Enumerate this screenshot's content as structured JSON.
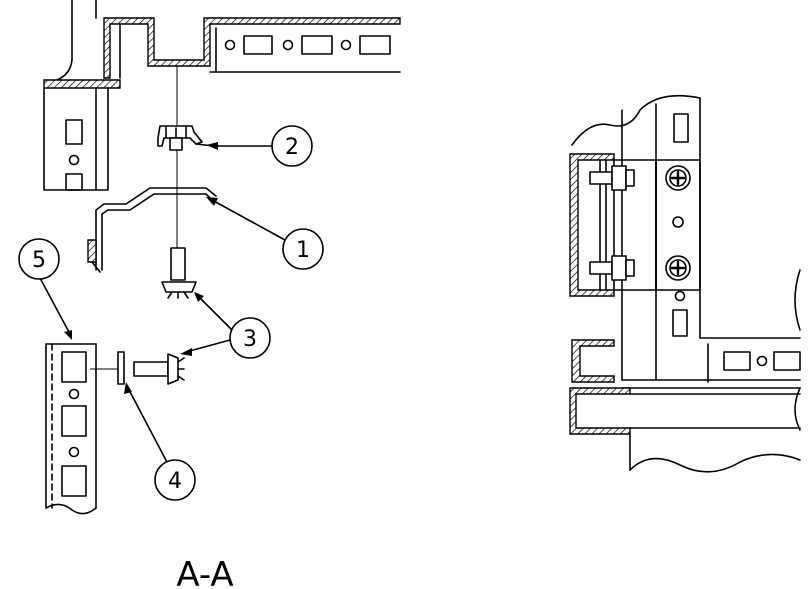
{
  "callouts": [
    {
      "id": "2",
      "label": "2"
    },
    {
      "id": "1",
      "label": "1"
    },
    {
      "id": "5",
      "label": "5"
    },
    {
      "id": "3",
      "label": "3"
    },
    {
      "id": "4",
      "label": "4"
    }
  ],
  "section_label": "A-A"
}
